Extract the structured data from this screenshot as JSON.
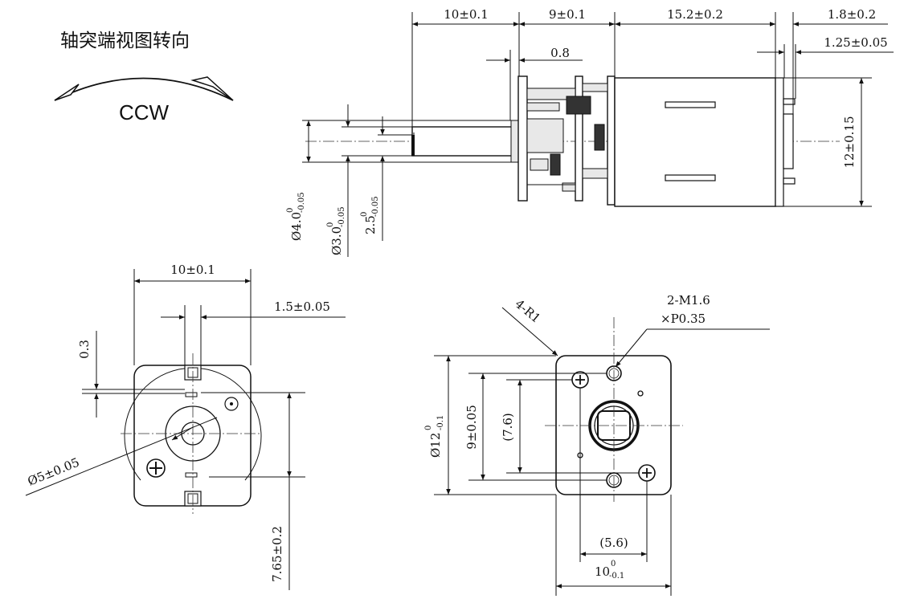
{
  "title": "轴突端视图转向",
  "rotation": "CCW",
  "side_view": {
    "dims_top": [
      "10±0.1",
      "9±0.1",
      "15.2±0.2",
      "1.8±0.2"
    ],
    "dim_flange": "0.8",
    "dim_terminal": "1.25±0.05",
    "dim_height": "12±0.15",
    "shaft_dias": [
      {
        "main": "Ø4.0",
        "up": "0",
        "low": "-0.05"
      },
      {
        "main": "Ø3.0",
        "up": "0",
        "low": "-0.05"
      },
      {
        "main": "2.5",
        "up": "0",
        "low": "-0.05"
      }
    ]
  },
  "rear_view": {
    "dim_width": "10±0.1",
    "dim_slot": "1.5±0.05",
    "dim_gap": "0.3",
    "dim_boss": "Ø5±0.05",
    "dim_offset": "7.65±0.2"
  },
  "front_view": {
    "corner": "4-R1",
    "thread_line1": "2-M1.6",
    "thread_line2": "×P0.35",
    "dim_height": {
      "main": "Ø12",
      "up": "0",
      "low": "-0.1"
    },
    "dim_holes_v": "9±0.05",
    "dim_inner_v": "(7.6)",
    "dim_inner_h": "(5.6)",
    "dim_width": {
      "main": "10",
      "up": "0",
      "low": "-0.1"
    }
  }
}
